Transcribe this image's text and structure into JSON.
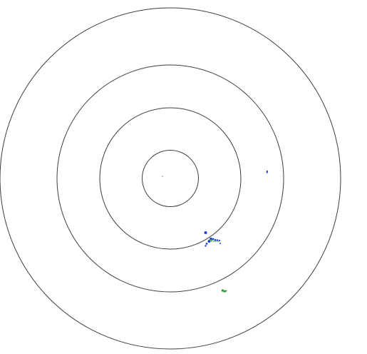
{
  "diagram": {
    "type": "concentric-rings-scatter",
    "ring_count": 4,
    "ring_color": "#3f3f3f",
    "background": "#ffffff",
    "marker_colors": {
      "blue": "#1f3fd8",
      "green": "#3a9a3a"
    },
    "clusters": [
      {
        "id": "cluster-right-single",
        "colors": [
          "blue"
        ]
      },
      {
        "id": "cluster-lower-right-main",
        "colors": [
          "blue",
          "green"
        ]
      },
      {
        "id": "cluster-bottom-green",
        "colors": [
          "green"
        ]
      }
    ]
  }
}
